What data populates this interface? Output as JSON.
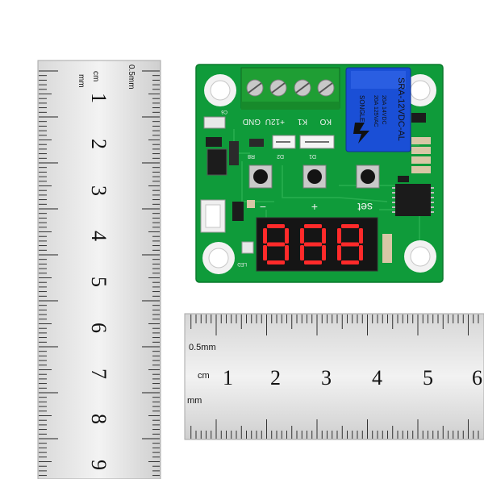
{
  "left_ruler": {
    "unit_mm": "mm",
    "unit_cm": "cm",
    "half_mm": "0.5mm",
    "numbers": [
      "1",
      "2",
      "3",
      "4",
      "5",
      "6",
      "7",
      "8",
      "9"
    ]
  },
  "bottom_ruler": {
    "unit_mm": "mm",
    "unit_cm": "cm",
    "half_mm": "0.5mm",
    "numbers": [
      "1",
      "2",
      "3",
      "4",
      "5",
      "6"
    ]
  },
  "board": {
    "terminal_labels": [
      "GND",
      "+12U",
      "K1",
      "KO"
    ],
    "relay_brand": "SONGLE",
    "relay_model": "SRA-12VDC-AL",
    "relay_rating_1": "20A 14VDC",
    "relay_rating_2": "20A 125VAC",
    "label_set": "set",
    "label_minus": "−",
    "label_plus": "+",
    "label_led": "LED",
    "label_c6": "C6",
    "label_d2": "D2",
    "label_d1": "D1",
    "label_r8": "R8",
    "display_digits": [
      "8",
      "8",
      "8"
    ],
    "colors": {
      "pcb": "#0f9b3a",
      "relay": "#1a4fd6",
      "terminal": "#1f9e34",
      "display_on": "#ff2a2a"
    }
  }
}
